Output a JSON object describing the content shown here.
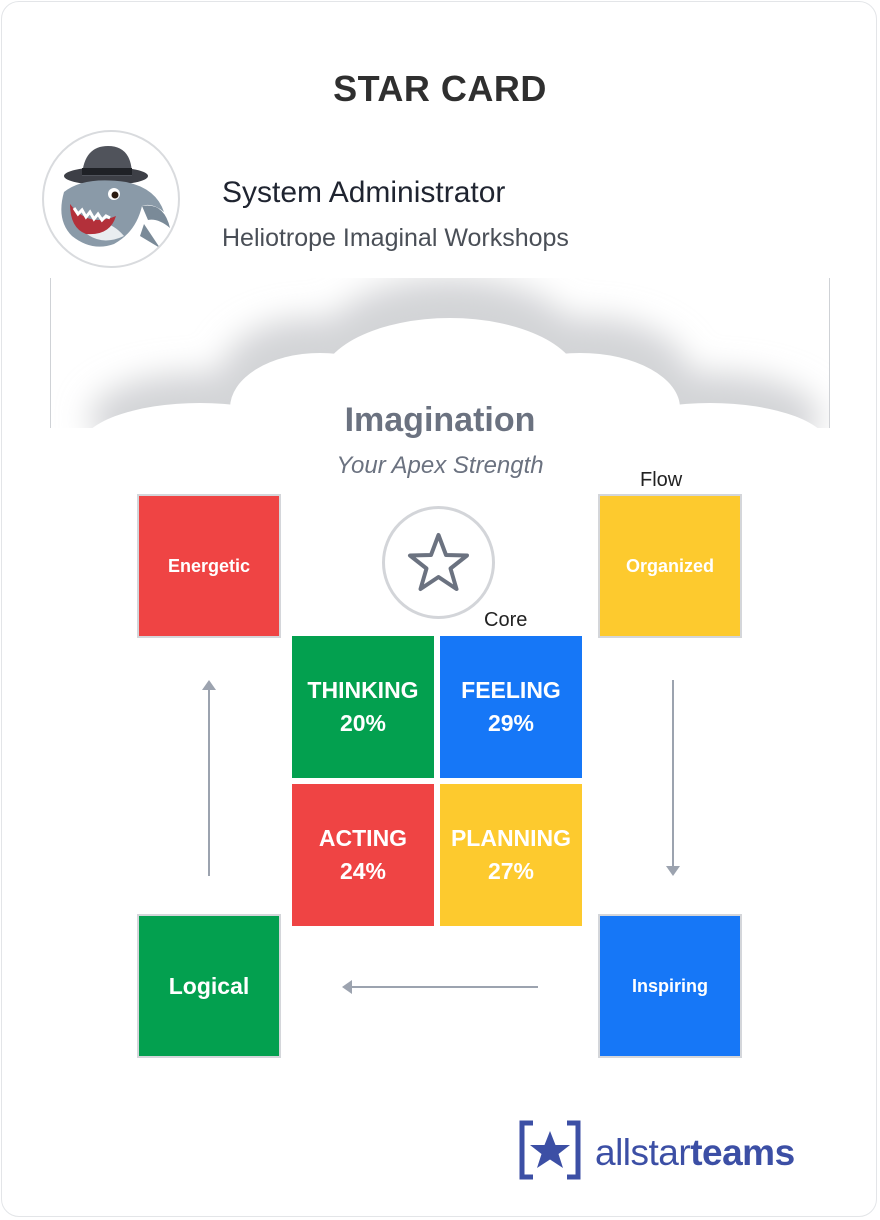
{
  "card": {
    "title": "STAR CARD"
  },
  "profile": {
    "name": "System Administrator",
    "organization": "Heliotrope Imaginal Workshops",
    "avatar_icon": "shark-avatar-icon"
  },
  "apex": {
    "title": "Imagination",
    "subtitle": "Your Apex Strength",
    "icon": "star-icon"
  },
  "labels": {
    "flow": "Flow",
    "core": "Core"
  },
  "flow_boxes": {
    "energetic": {
      "label": "Energetic",
      "color": "#ef4444"
    },
    "organized": {
      "label": "Organized",
      "color": "#fdca2e"
    },
    "inspiring": {
      "label": "Inspiring",
      "color": "#1677f7"
    },
    "logical": {
      "label": "Logical",
      "color": "#03a04f"
    }
  },
  "quadrants": {
    "thinking": {
      "label": "THINKING",
      "percent": "20%",
      "color": "#03a04f"
    },
    "feeling": {
      "label": "FEELING",
      "percent": "29%",
      "color": "#1677f7"
    },
    "acting": {
      "label": "ACTING",
      "percent": "24%",
      "color": "#ef4444"
    },
    "planning": {
      "label": "PLANNING",
      "percent": "27%",
      "color": "#fdca2e"
    }
  },
  "branding": {
    "logo_prefix": "allstar",
    "logo_suffix": "teams",
    "logo_color": "#3c4fa5"
  }
}
